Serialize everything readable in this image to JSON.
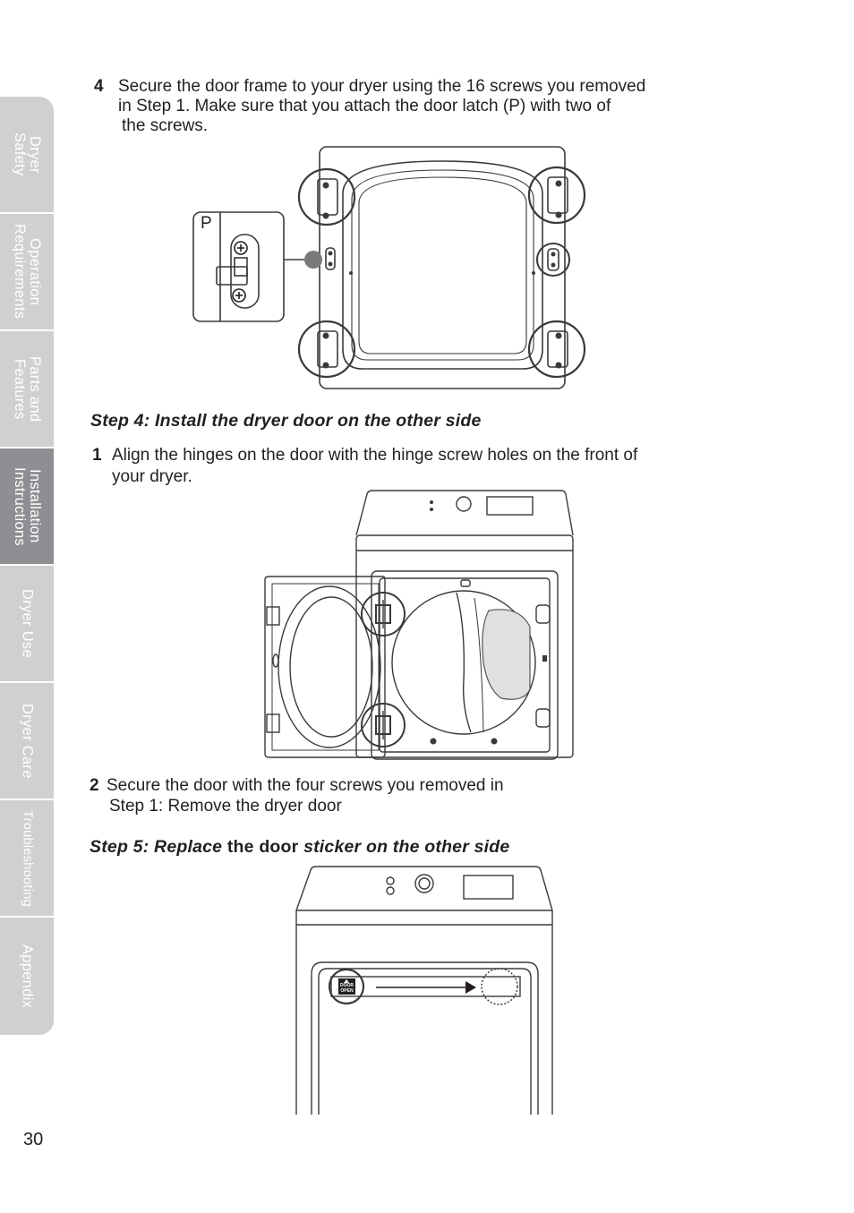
{
  "sidebar": {
    "tabs": [
      {
        "label": "Dryer\nSafety"
      },
      {
        "label": "Operation\nRequirements"
      },
      {
        "label": "Parts and\nFeatures"
      },
      {
        "label": "Installation\nInstructions"
      },
      {
        "label": "Dryer Use"
      },
      {
        "label": "Dryer Care"
      },
      {
        "label": "Troubleshooting"
      },
      {
        "label": "Appendix"
      }
    ],
    "active_index": 3,
    "active_color": "#8d8f92",
    "inactive_color": "#cfd0d2"
  },
  "step3_item4": {
    "number": "4",
    "line1": "Secure the door frame to your dryer using the 16 screws you removed",
    "line2": "in Step 1. Make sure that you attach the door  latch (P) with two of",
    "line3": "the screws."
  },
  "figure1": {
    "latch_label": "P"
  },
  "step4": {
    "heading": "Step 4: Install the dryer door on the other side",
    "item1": {
      "number": "1",
      "line1": "Align the hinges on the door with the hinge screw holes on the front of",
      "line2": "your dryer."
    },
    "item2": {
      "number": "2",
      "line1": "Secure the door with the four screws you removed in",
      "line2": "Step 1: Remove the dryer door"
    }
  },
  "step5": {
    "heading_part1": "Step 5:  Replace",
    "heading_part2": " the door ",
    "heading_part3": "sticker on the other side"
  },
  "figure3": {
    "sticker_line1": "DOOR",
    "sticker_line2": "OPEN"
  },
  "page_number": "30"
}
